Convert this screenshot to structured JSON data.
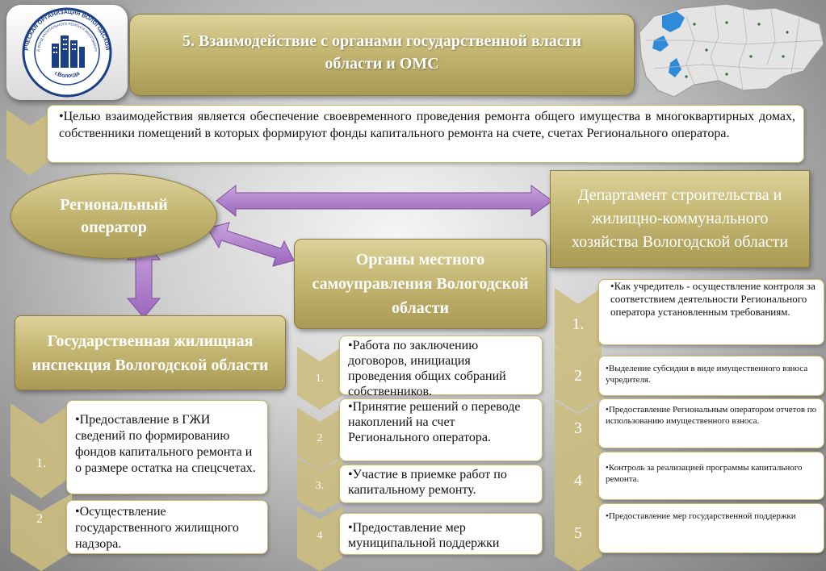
{
  "header": {
    "title_line1": "5. Взаимодействие с органами государственной власти",
    "title_line2": "области и ОМС"
  },
  "logo": {
    "seal_outer": "НЕКОММЕРЧЕСКАЯ ОРГАНИЗАЦИЯ ВОЛОГОДСКОЙ ОБЛАСТИ",
    "seal_inner": "РЕГИОНАЛЬНЫЙ ФОНД КАПИТАЛЬНОГО РЕМОНТА МНОГОКВАРТИРНЫХ ДОМОВ",
    "seal_bottom": "г.Вологда"
  },
  "intro": "Целью взаимодействия является обеспечение своевременного проведения ремонта общего имущества в многоквартирных домах, собственники помещений в которых формируют фонды капитального ремонта на счете, счетах Регионального оператора.",
  "nodes": {
    "regional_operator": "Региональный оператор",
    "department": "Департамент строительства и жилищно-коммунального хозяйства Вологодской области",
    "local_gov": "Органы местного самоуправления Вологодской области",
    "inspection": "Государственная жилищная инспекция Вологодской области"
  },
  "inspection_items": [
    {
      "num": "1.",
      "text": "Предоставление в ГЖИ сведений по формированию фондов капитального ремонта и о размере остатка на спецсчетах."
    },
    {
      "num": "2",
      "text": "Осуществление государственного жилищного надзора."
    }
  ],
  "local_items": [
    {
      "num": "1.",
      "text": "Работа по заключению договоров, инициация проведения общих собраний собственников."
    },
    {
      "num": "2",
      "text": "Принятие решений о переводе накоплений на счет Регионального оператора."
    },
    {
      "num": "3.",
      "text": "Участие в приемке работ по капитальному ремонту."
    },
    {
      "num": "4",
      "text": "Предоставление мер муниципальной поддержки"
    }
  ],
  "dept_items": [
    {
      "num": "1.",
      "text": "Как учредитель - осуществление контроля за соответствием деятельности Регионального оператора установленным требованиям."
    },
    {
      "num": "2",
      "text": "Выделение субсидии в виде имущественного взноса учредителя."
    },
    {
      "num": "3",
      "text": "Предоставление Региональным оператором отчетов по использованию имущественного взноса."
    },
    {
      "num": "4",
      "text": "Контроль за реализацией программы капитального ремонта."
    },
    {
      "num": "5",
      "text": "Предоставление мер государственной поддержки"
    }
  ],
  "colors": {
    "olive": "#c4b773",
    "arrow": "#a87ac4",
    "title_text": "#ffffff"
  }
}
